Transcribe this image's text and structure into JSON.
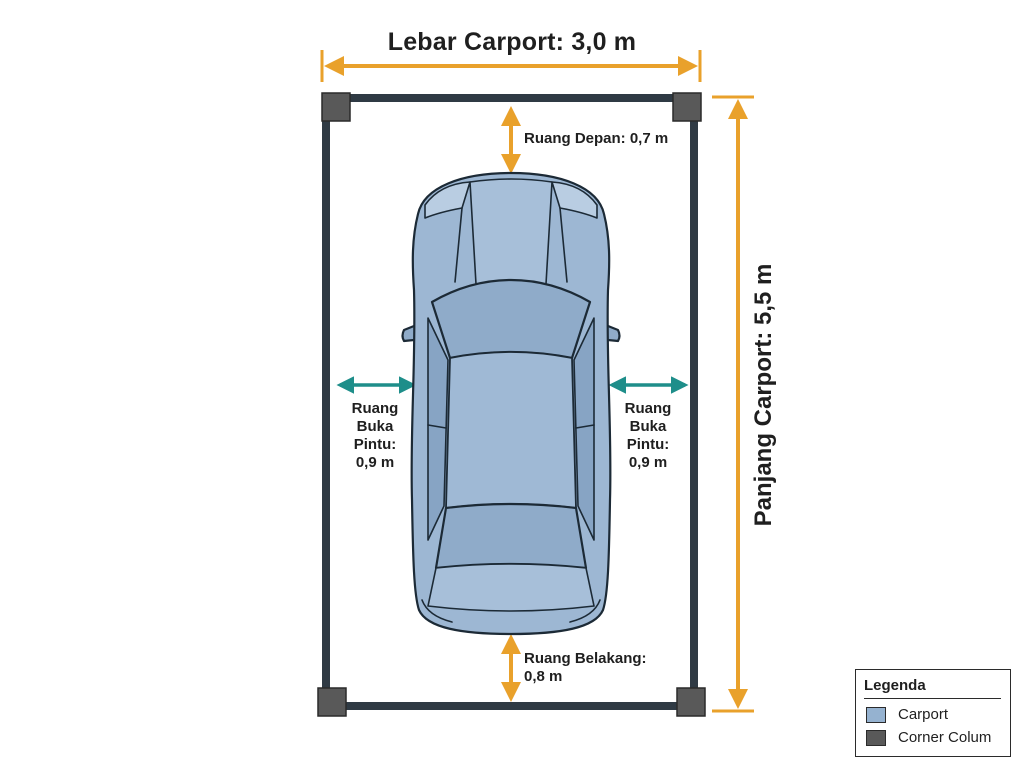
{
  "dimensions": {
    "width_label": "Lebar Carport: 3,0 m",
    "length_label": "Panjang Carport: 5,5 m",
    "front_clearance": "Ruang Depan: 0,7 m",
    "rear_clearance_line1": "Ruang Belakang:",
    "rear_clearance_line2": "0,8 m",
    "door_left": [
      "Ruang",
      "Buka",
      "Pintu:",
      "0,9 m"
    ],
    "door_right": [
      "Ruang",
      "Buka",
      "Pintu:",
      "0,9 m"
    ]
  },
  "legend": {
    "title": "Legenda",
    "items": [
      {
        "label": "Carport",
        "color": "#95b2d0"
      },
      {
        "label": "Corner Colum",
        "color": "#595959"
      }
    ]
  },
  "colors": {
    "dimension_arrow": "#e9a12b",
    "door_arrow": "#1e8e8a",
    "frame": "#2f3a44",
    "car_body": "#9db7d3",
    "car_outline": "#1c2a36",
    "column": "#595959"
  },
  "icons": {
    "car": "sedan-top-view-icon",
    "column": "square-column-icon"
  }
}
